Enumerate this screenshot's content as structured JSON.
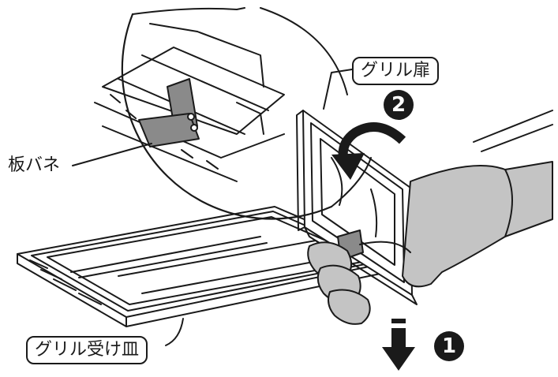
{
  "labels": {
    "grill_door": "グリル扉",
    "leaf_spring": "板バネ",
    "grill_pan": "グリル受け皿"
  },
  "steps": {
    "step1": "1",
    "step2": "2"
  },
  "colors": {
    "ink": "#1a1a1a",
    "glove": "#c4c4c4",
    "tab": "#8a8a8a"
  }
}
